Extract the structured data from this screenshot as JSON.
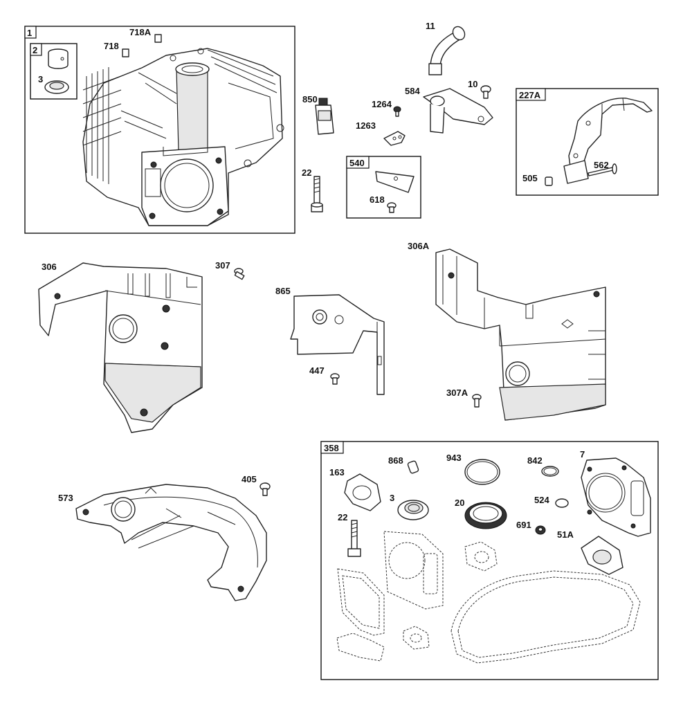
{
  "labels": {
    "l1": "1",
    "l2": "2",
    "l3a": "3",
    "l718": "718",
    "l718a": "718A",
    "l11": "11",
    "l10": "10",
    "l584": "584",
    "l850": "850",
    "l1264": "1264",
    "l1263": "1263",
    "l22a": "22",
    "l540": "540",
    "l618": "618",
    "l227a": "227A",
    "l505": "505",
    "l562": "562",
    "l306": "306",
    "l307": "307",
    "l865": "865",
    "l447": "447",
    "l306a": "306A",
    "l307a": "307A",
    "l573": "573",
    "l405": "405",
    "l358": "358",
    "l868": "868",
    "l943": "943",
    "l842": "842",
    "l7": "7",
    "l163": "163",
    "l3b": "3",
    "l20": "20",
    "l524": "524",
    "l22b": "22",
    "l691": "691",
    "l51a": "51A"
  }
}
